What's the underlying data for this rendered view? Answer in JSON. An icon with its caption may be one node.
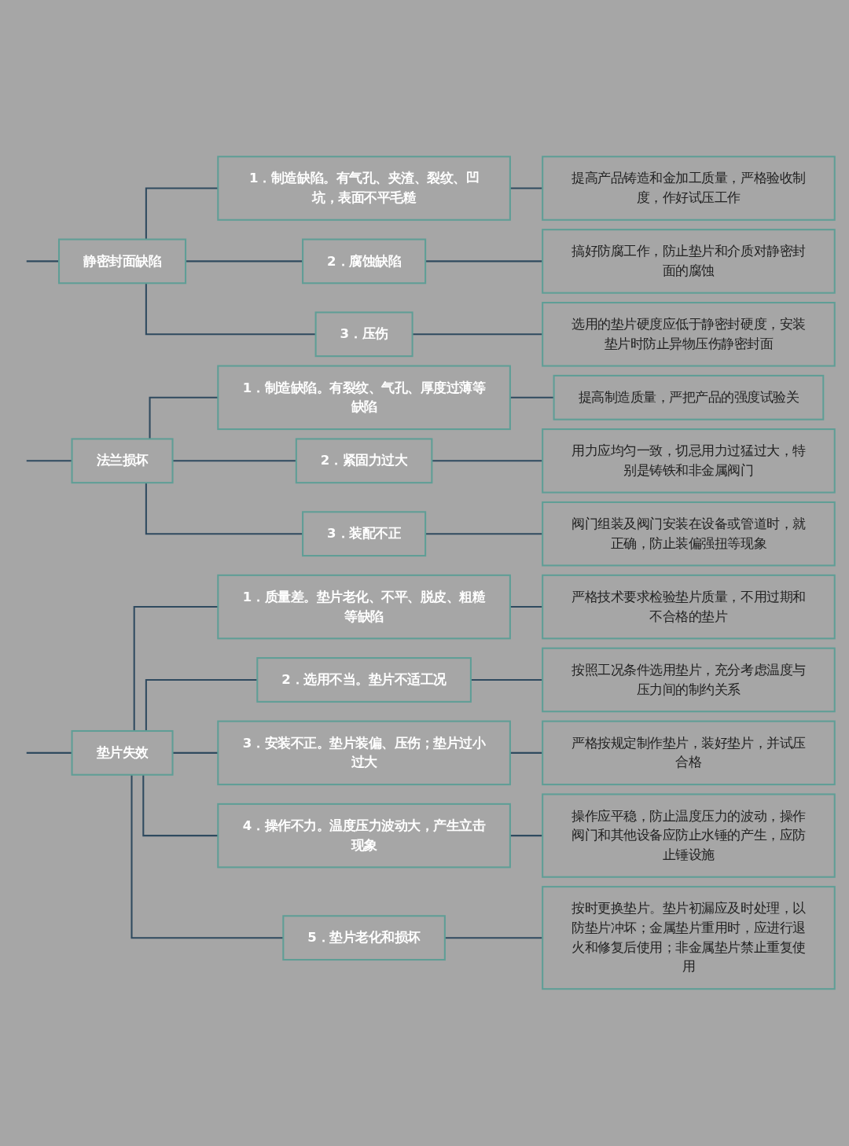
{
  "diagram": {
    "nodes": [
      {
        "text": [
          "静密封面缺陷"
        ]
      },
      {
        "text": [
          "1．制造缺陷。有气孔、夹渣、裂纹、凹坑，表面不平毛糙"
        ]
      },
      {
        "text": [
          "提高产品铸造和金加工质量，严格验收制度，作好试压工作"
        ]
      },
      {
        "text": [
          "2．腐蚀缺陷"
        ]
      },
      {
        "text": [
          "搞好防腐工作，防止垫片和介质对静密封面的腐蚀"
        ]
      },
      {
        "text": [
          "3．压伤"
        ]
      },
      {
        "text": [
          "选用的垫片硬度应低于静密封硬度，安装垫片时防止异物压伤静密封面"
        ]
      },
      {
        "text": [
          "法兰损坏"
        ]
      },
      {
        "text": [
          "1．制造缺陷。有裂纹、气孔、厚度过薄等缺陷"
        ]
      },
      {
        "text": [
          "提高制造质量，严把产品的强度试验关"
        ]
      },
      {
        "text": [
          "2．紧固力过大"
        ]
      },
      {
        "text": [
          "用力应均匀一致，切忌用力过猛过大，特别是铸铁和非金属阀门"
        ]
      },
      {
        "text": [
          "3．装配不正"
        ]
      },
      {
        "text": [
          "阀门组装及阀门安装在设备或管道时，就正确，防止装偏强扭等现象"
        ]
      },
      {
        "text": [
          "垫片失效"
        ]
      },
      {
        "text": [
          "1．质量差。垫片老化、不平、脱皮、粗糙等缺陷"
        ]
      },
      {
        "text": [
          "严格技术要求检验垫片质量，不用过期和不合格的垫片"
        ]
      },
      {
        "text": [
          "2．选用不当。垫片不适工况"
        ]
      },
      {
        "text": [
          "按照工况条件选用垫片，充分考虑温度与压力间的制约关系"
        ]
      },
      {
        "text": [
          "3．安装不正。垫片装偏、压伤；垫片过小过大"
        ]
      },
      {
        "text": [
          "严格按规定制作垫片，装好垫片，并试压合格"
        ]
      },
      {
        "text": [
          "4．操作不力。温度压力波动大，产生立击现象"
        ]
      },
      {
        "text": [
          "操作应平稳，防止温度压力的波动，操作阀门和其他设备应防止水锤的产生，应防止锤设施"
        ]
      },
      {
        "text": [
          "5．垫片老化和损坏"
        ]
      },
      {
        "text": [
          "按时更换垫片。垫片初漏应及时处理，以防垫片冲坏；金属垫片重用时，应进行退火和修复后使用；非金属垫片禁止重复使用"
        ]
      }
    ],
    "edges": [
      {
        "from": null,
        "to": 0,
        "arrow": "none"
      },
      {
        "from": 0,
        "to": 1,
        "arrow": "none"
      },
      {
        "from": 1,
        "to": 2,
        "arrow": "none"
      },
      {
        "from": 0,
        "to": 3,
        "arrow": "none"
      },
      {
        "from": 3,
        "to": 4,
        "arrow": "none"
      },
      {
        "from": 0,
        "to": 5,
        "arrow": "none"
      },
      {
        "from": 5,
        "to": 6,
        "arrow": "none"
      },
      {
        "from": null,
        "to": 7,
        "arrow": "none"
      },
      {
        "from": 7,
        "to": 8,
        "arrow": "none"
      },
      {
        "from": 8,
        "to": 9,
        "arrow": "none"
      },
      {
        "from": 7,
        "to": 10,
        "arrow": "none"
      },
      {
        "from": 10,
        "to": 11,
        "arrow": "none"
      },
      {
        "from": 7,
        "to": 12,
        "arrow": "none"
      },
      {
        "from": 12,
        "to": 13,
        "arrow": "none"
      },
      {
        "from": null,
        "to": 14,
        "arrow": "none"
      },
      {
        "from": 14,
        "to": 15,
        "arrow": "none"
      },
      {
        "from": 15,
        "to": 16,
        "arrow": "none"
      },
      {
        "from": 14,
        "to": 17,
        "arrow": "none"
      },
      {
        "from": 17,
        "to": 18,
        "arrow": "none"
      },
      {
        "from": 14,
        "to": 19,
        "arrow": "none"
      },
      {
        "from": 19,
        "to": 20,
        "arrow": "none"
      },
      {
        "from": 14,
        "to": 21,
        "arrow": "none"
      },
      {
        "from": 21,
        "to": 22,
        "arrow": "none"
      },
      {
        "from": 14,
        "to": 23,
        "arrow": "none"
      },
      {
        "from": 23,
        "to": 24,
        "arrow": "none"
      }
    ]
  }
}
